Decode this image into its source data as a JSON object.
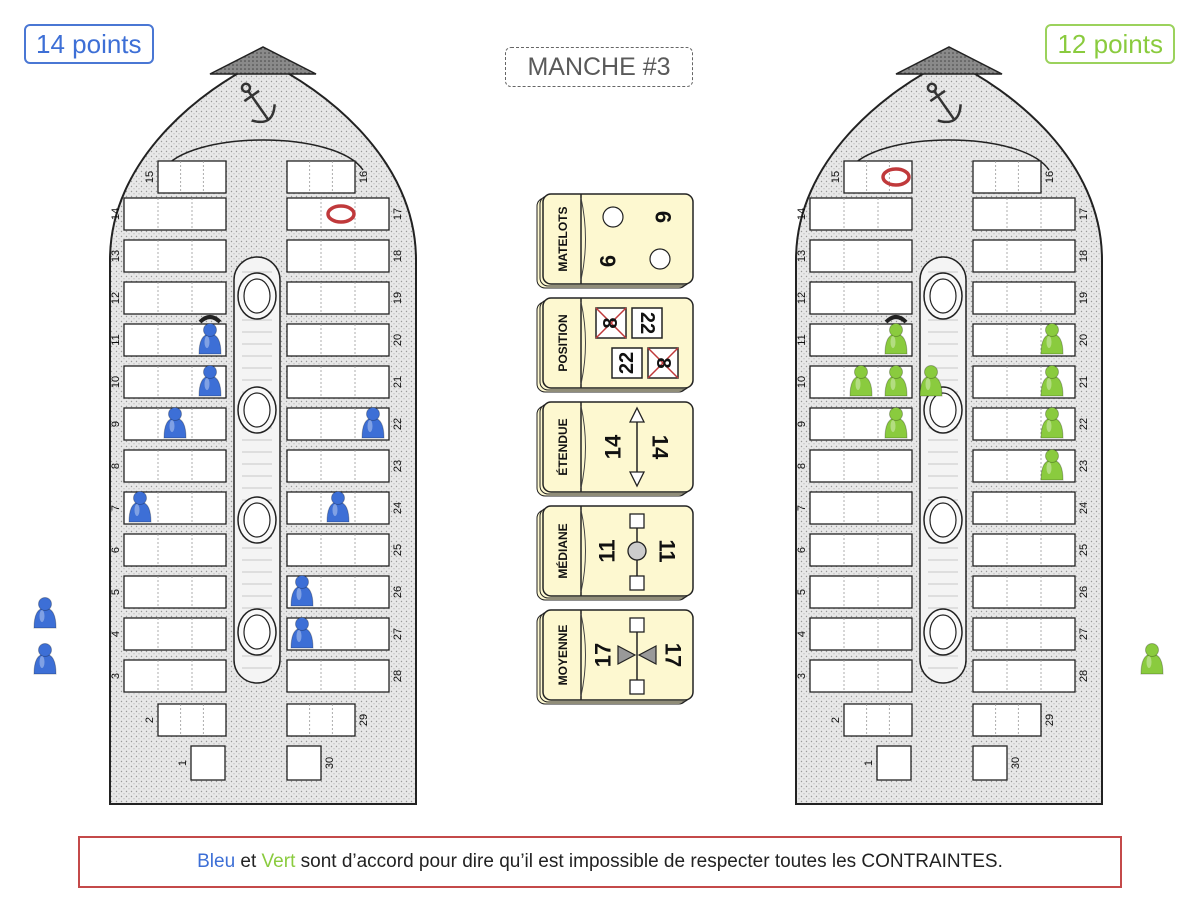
{
  "scores": {
    "blue": "14 points",
    "green": "12 points"
  },
  "round_title": "MANCHE #3",
  "cards": [
    {
      "label": "MATELOTS",
      "v1": "6",
      "v2": "6"
    },
    {
      "label": "POSITION",
      "v1": "8",
      "v2": "22"
    },
    {
      "label": "ÉTENDUE",
      "v1": "14",
      "v2": "14"
    },
    {
      "label": "MÉDIANE",
      "v1": "11",
      "v2": "11"
    },
    {
      "label": "MOYENNE",
      "v1": "17",
      "v2": "17"
    }
  ],
  "seat_numbers": [
    "1",
    "2",
    "3",
    "4",
    "5",
    "6",
    "7",
    "8",
    "9",
    "10",
    "11",
    "12",
    "13",
    "14",
    "15",
    "16",
    "17",
    "18",
    "19",
    "20",
    "21",
    "22",
    "23",
    "24",
    "25",
    "26",
    "27",
    "28",
    "29",
    "30"
  ],
  "boats": [
    {
      "player": "Bleu",
      "color": "#3d6fd6",
      "pawn_seats": [
        11,
        10,
        9,
        7,
        22,
        24,
        26,
        27
      ],
      "ring_seat": 17,
      "reserve_pawns": 2
    },
    {
      "player": "Vert",
      "color": "#8acb3e",
      "pawn_seats": [
        11,
        10,
        10,
        10,
        9,
        20,
        21,
        22,
        23
      ],
      "ring_seat": 15,
      "reserve_pawns": 1
    }
  ],
  "message": {
    "p1": "Bleu",
    "and": " et ",
    "p2": "Vert",
    "rest": " sont d’accord pour dire qu’il est impossible de respecter toutes les CONTRAINTES."
  }
}
